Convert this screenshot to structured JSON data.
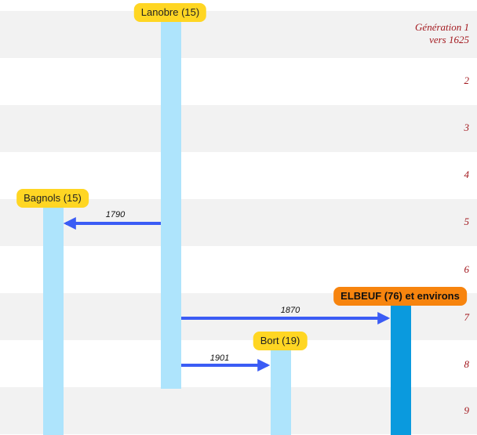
{
  "generations": [
    {
      "line1": "Génération 1",
      "line2": "vers 1625"
    },
    {
      "line1": "2",
      "line2": ""
    },
    {
      "line1": "3",
      "line2": ""
    },
    {
      "line1": "4",
      "line2": ""
    },
    {
      "line1": "5",
      "line2": ""
    },
    {
      "line1": "6",
      "line2": ""
    },
    {
      "line1": "7",
      "line2": ""
    },
    {
      "line1": "8",
      "line2": ""
    },
    {
      "line1": "9",
      "line2": ""
    }
  ],
  "places": {
    "lanobre": "Lanobre (15)",
    "bagnols": "Bagnols (15)",
    "elbeuf": "ELBEUF (76) et environs",
    "bort": "Bort (19)"
  },
  "migrations": [
    {
      "year": "1790",
      "from": "Lanobre (15)",
      "to": "Bagnols (15)",
      "generation": 5
    },
    {
      "year": "1870",
      "from": "Lanobre (15)",
      "to": "ELBEUF (76) et environs",
      "generation": 7
    },
    {
      "year": "1901",
      "from": "Lanobre (15)",
      "to": "Bort (19)",
      "generation": 8
    }
  ],
  "colors": {
    "band_shade": "#f2f2f2",
    "generation_text": "#a3191f",
    "place_badge": "#ffd623",
    "destination_badge": "#f7840e",
    "lineage_bar": "#aee4fc",
    "destination_bar": "#0a9ade",
    "arrow": "#3b5cf5"
  }
}
